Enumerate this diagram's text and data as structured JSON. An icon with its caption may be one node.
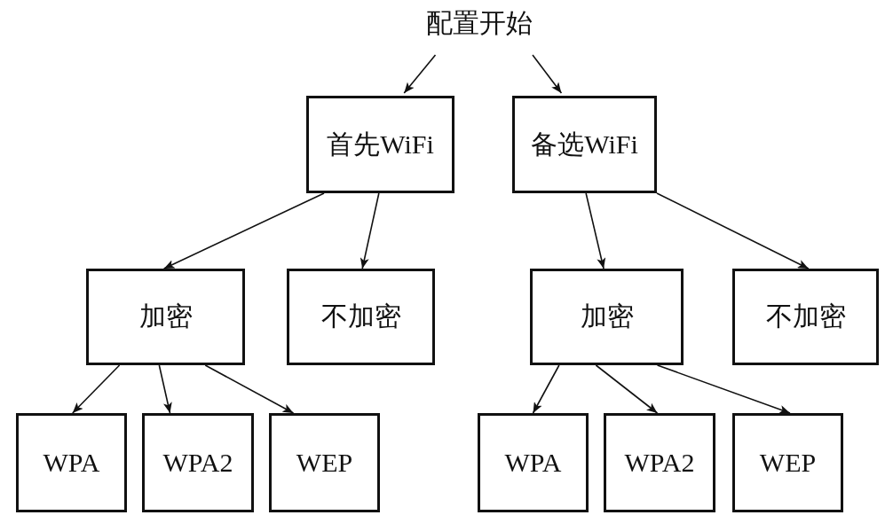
{
  "diagram": {
    "nodes": [
      {
        "text": [
          "配置开始"
        ]
      },
      {
        "text": [
          "首先WiFi"
        ]
      },
      {
        "text": [
          "备选WiFi"
        ]
      },
      {
        "text": [
          "加密"
        ]
      },
      {
        "text": [
          "不加密"
        ]
      },
      {
        "text": [
          "加密"
        ]
      },
      {
        "text": [
          "不加密"
        ]
      },
      {
        "text": [
          "WPA"
        ]
      },
      {
        "text": [
          "WPA2"
        ]
      },
      {
        "text": [
          "WEP"
        ]
      },
      {
        "text": [
          "WPA"
        ]
      },
      {
        "text": [
          "WPA2"
        ]
      },
      {
        "text": [
          "WEP"
        ]
      }
    ],
    "edges": [
      {
        "from": 0,
        "to": 1,
        "arrow": "to"
      },
      {
        "from": 0,
        "to": 2,
        "arrow": "to"
      },
      {
        "from": 1,
        "to": 3,
        "arrow": "to"
      },
      {
        "from": 1,
        "to": 4,
        "arrow": "to"
      },
      {
        "from": 2,
        "to": 5,
        "arrow": "to"
      },
      {
        "from": 2,
        "to": 6,
        "arrow": "to"
      },
      {
        "from": 3,
        "to": 7,
        "arrow": "to"
      },
      {
        "from": 3,
        "to": 8,
        "arrow": "to"
      },
      {
        "from": 3,
        "to": 9,
        "arrow": "to"
      },
      {
        "from": 5,
        "to": 10,
        "arrow": "to"
      },
      {
        "from": 5,
        "to": 11,
        "arrow": "to"
      },
      {
        "from": 5,
        "to": 12,
        "arrow": "to"
      }
    ]
  }
}
